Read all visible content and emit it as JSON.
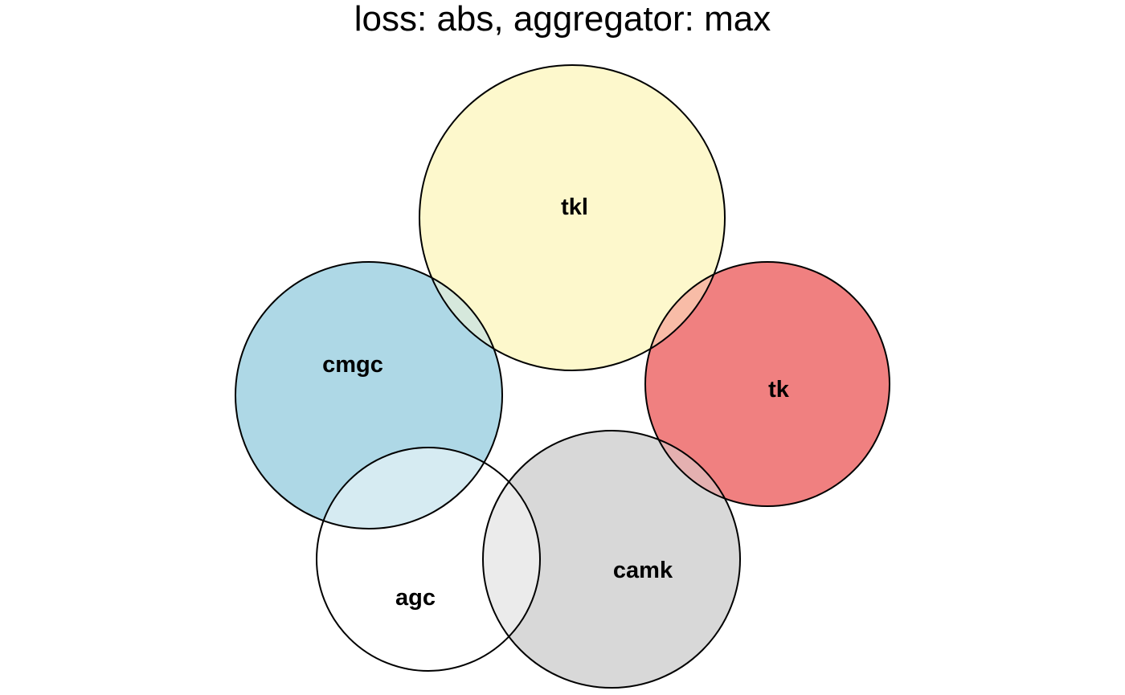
{
  "title": "loss: abs, aggregator: max",
  "diagram": {
    "type": "euler",
    "sets": [
      {
        "key": "tkl",
        "label": "tkl",
        "color": "#fdf8cc"
      },
      {
        "key": "cmgc",
        "label": "cmgc",
        "color": "#aed8e6"
      },
      {
        "key": "tk",
        "label": "tk",
        "color": "#f08080"
      },
      {
        "key": "agc",
        "label": "agc",
        "color": "#ffffff"
      },
      {
        "key": "camk",
        "label": "camk",
        "color": "#d8d8d8"
      }
    ],
    "overlap_colors": {
      "tkl_cmgc": "#d6e8dc",
      "tkl_tk": "#f8bca7",
      "cmgc_agc": "#d6ebf2",
      "tk_camk": "#e4b0b0",
      "agc_camk": "#ebebeb"
    }
  }
}
